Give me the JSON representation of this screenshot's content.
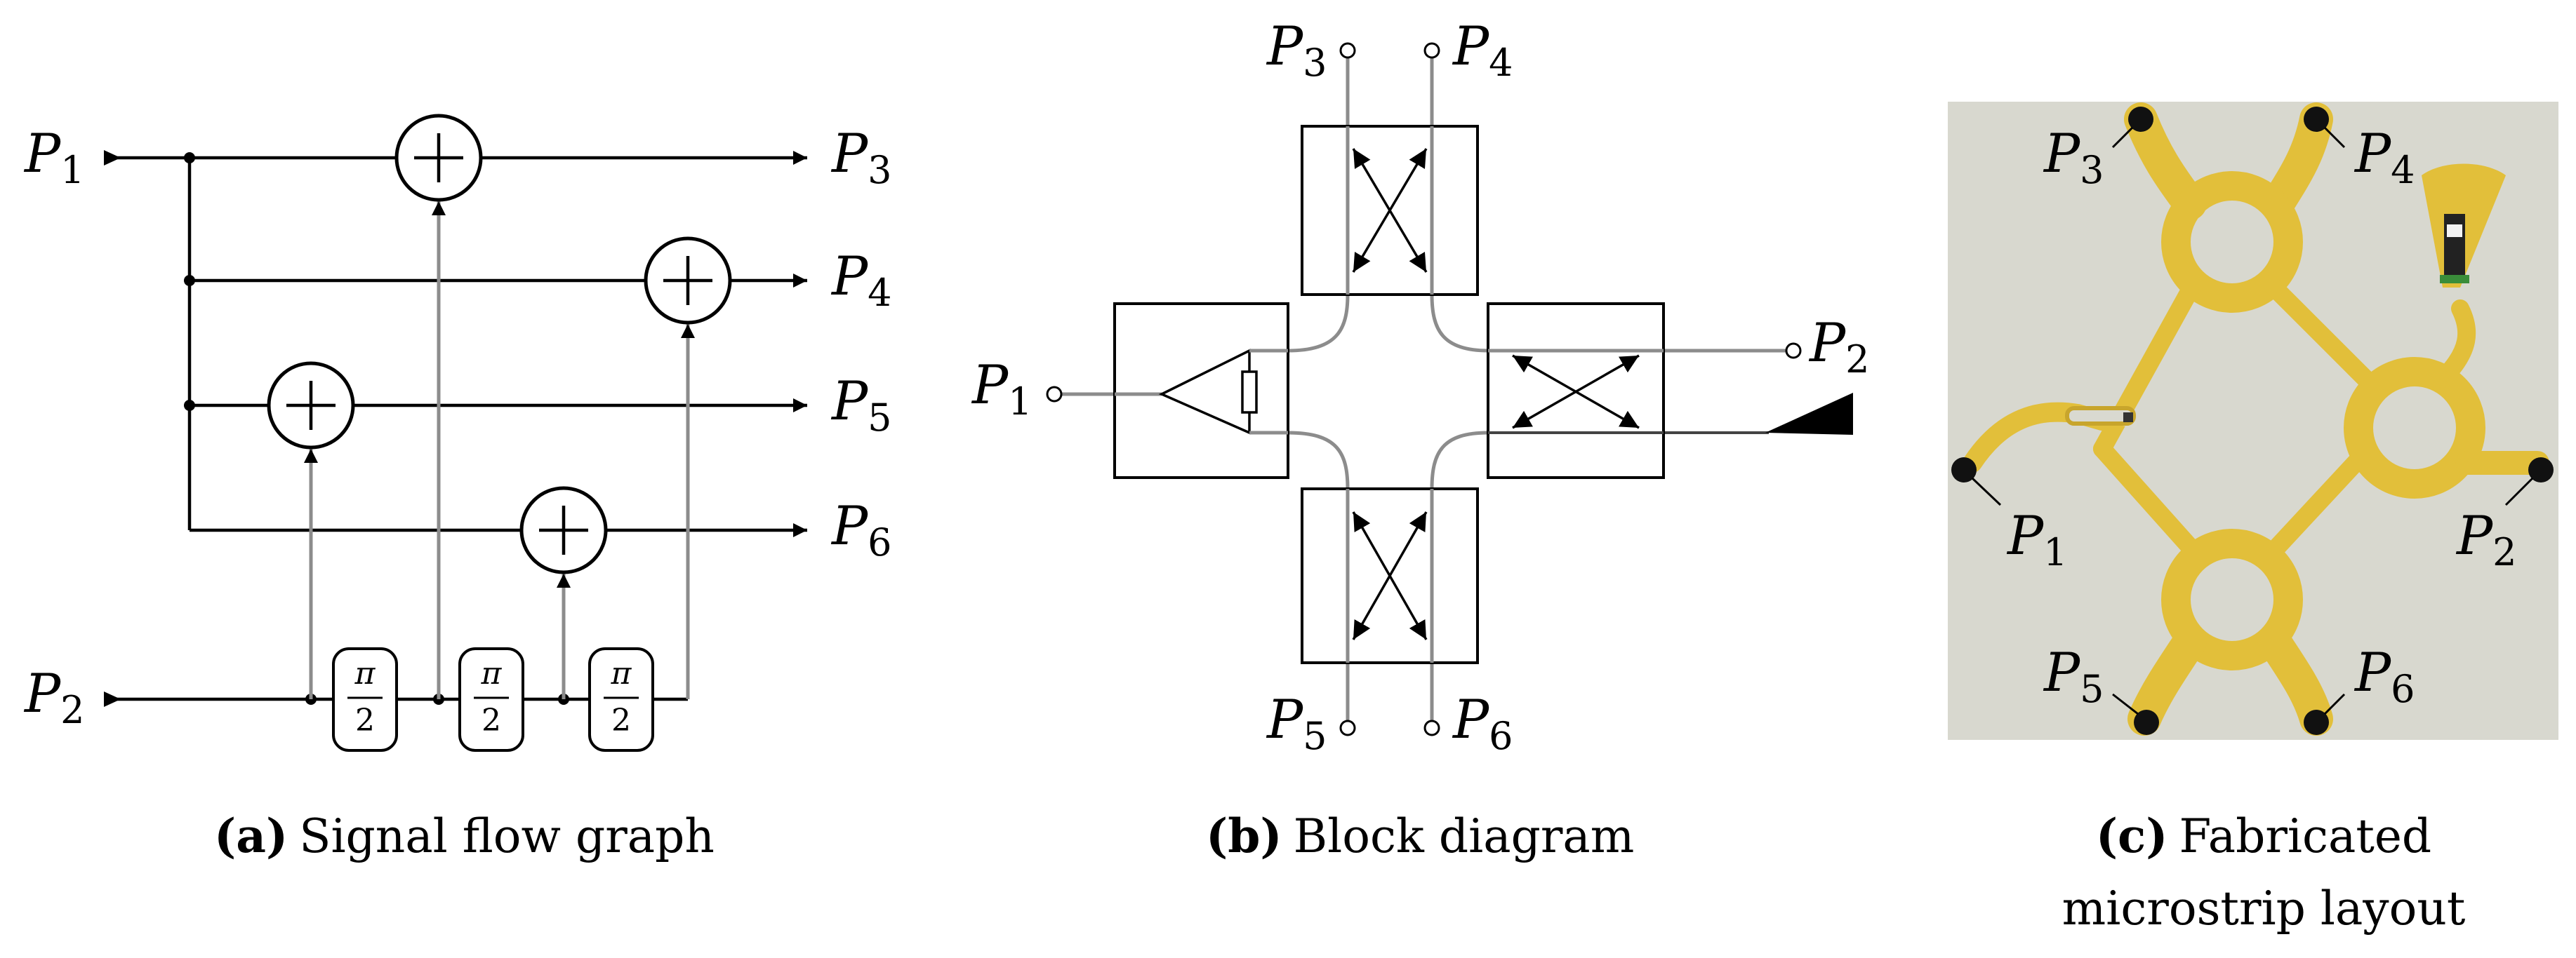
{
  "panel_a": {
    "caption_tag": "(a)",
    "caption_text": "Signal flow graph",
    "ports": {
      "p1": {
        "base": "P",
        "sub": "1"
      },
      "p2": {
        "base": "P",
        "sub": "2"
      },
      "p3": {
        "base": "P",
        "sub": "3"
      },
      "p4": {
        "base": "P",
        "sub": "4"
      },
      "p5": {
        "base": "P",
        "sub": "5"
      },
      "p6": {
        "base": "P",
        "sub": "6"
      }
    },
    "sum_symbol": "+",
    "phase_blocks": [
      {
        "num": "π",
        "den": "2"
      },
      {
        "num": "π",
        "den": "2"
      },
      {
        "num": "π",
        "den": "2"
      }
    ]
  },
  "panel_b": {
    "caption_tag": "(b)",
    "caption_text": "Block diagram",
    "ports": {
      "p1": {
        "base": "P",
        "sub": "1"
      },
      "p2": {
        "base": "P",
        "sub": "2"
      },
      "p3": {
        "base": "P",
        "sub": "3"
      },
      "p4": {
        "base": "P",
        "sub": "4"
      },
      "p5": {
        "base": "P",
        "sub": "5"
      },
      "p6": {
        "base": "P",
        "sub": "6"
      }
    }
  },
  "panel_c": {
    "caption_tag": "(c)",
    "caption_line1": "Fabricated",
    "caption_line2": "microstrip layout",
    "ports": {
      "p1": {
        "base": "P",
        "sub": "1"
      },
      "p2": {
        "base": "P",
        "sub": "2"
      },
      "p3": {
        "base": "P",
        "sub": "3"
      },
      "p4": {
        "base": "P",
        "sub": "4"
      },
      "p5": {
        "base": "P",
        "sub": "5"
      },
      "p6": {
        "base": "P",
        "sub": "6"
      }
    },
    "colors": {
      "substrate": "#d8d8cf",
      "metal": "#e2bf3a",
      "metal_edge": "#b8951f"
    }
  }
}
